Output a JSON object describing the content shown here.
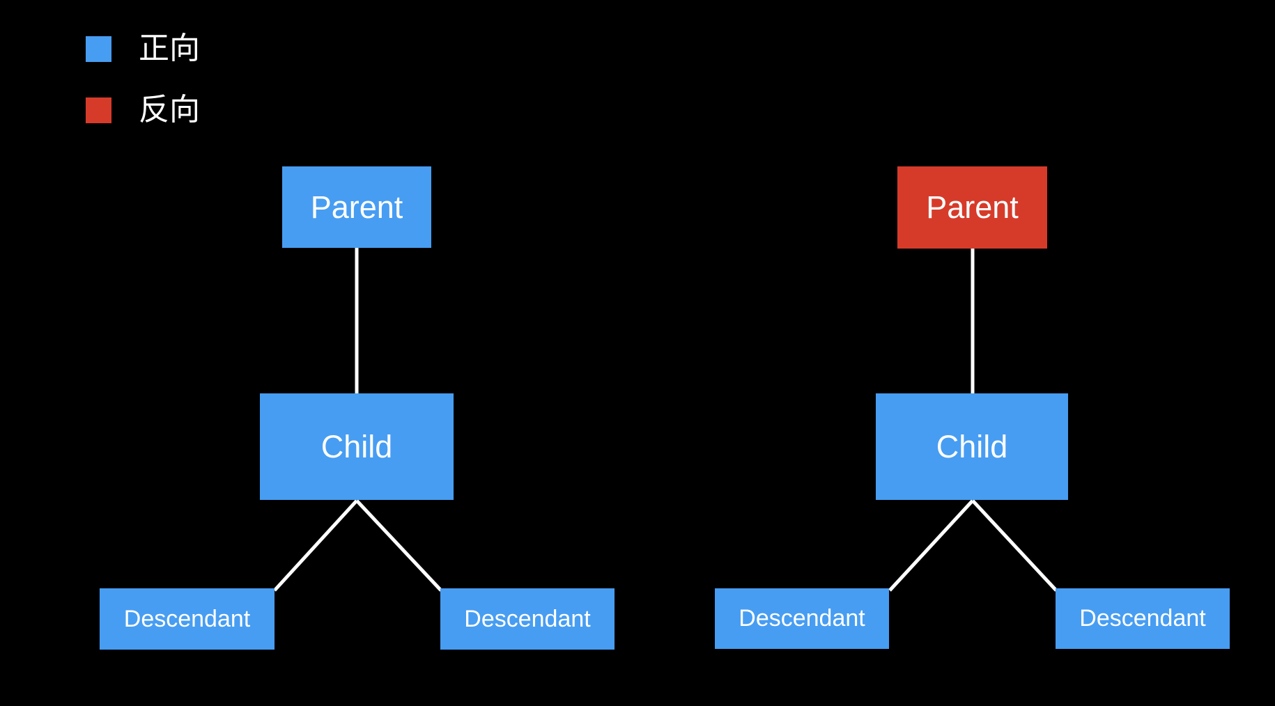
{
  "colors": {
    "forward_blue": "#479DF2",
    "reverse_red": "#D63B2A",
    "connector_line": "#FFFFFF",
    "node_text": "#FFFFFF",
    "background": "#000000"
  },
  "legend": {
    "items": [
      {
        "label": "正向"
      },
      {
        "label": "反向"
      }
    ]
  },
  "diagram": {
    "trees": [
      {
        "id": "forward",
        "parent_label": "Parent",
        "child_label": "Child",
        "descendant_left_label": "Descendant",
        "descendant_right_label": "Descendant"
      },
      {
        "id": "reverse",
        "parent_label": "Parent",
        "child_label": "Child",
        "descendant_left_label": "Descendant",
        "descendant_right_label": "Descendant"
      }
    ]
  }
}
